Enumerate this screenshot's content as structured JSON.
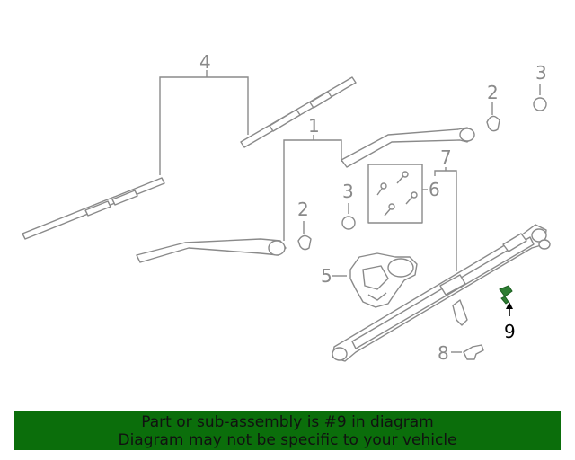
{
  "diagram": {
    "callouts": [
      "4",
      "1",
      "2",
      "3",
      "2",
      "3",
      "7",
      "6",
      "5",
      "9",
      "8"
    ],
    "highlight_color": "#2e7d32"
  },
  "banner": {
    "line1": "Part or sub-assembly is #9 in diagram",
    "line2": "Diagram may not be specific to your vehicle",
    "background": "#0b6e0b"
  }
}
